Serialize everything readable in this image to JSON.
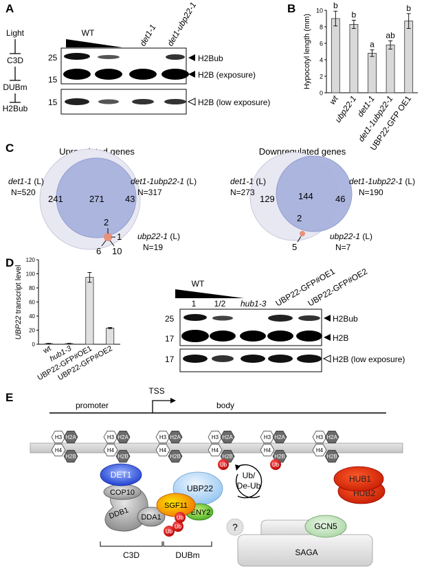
{
  "panel_a": {
    "label": "A",
    "pathway": {
      "light": "Light",
      "c3d": "C3D",
      "dubm": "DUBm",
      "h2bub": "H2Bub"
    },
    "lanes": {
      "wt": "WT",
      "det1": "det1-1",
      "det1ubp": "det1-ubp22-1"
    },
    "markers": {
      "m25": "25",
      "m15a": "15",
      "m15b": "15"
    },
    "bands": {
      "h2bub": "H2Bub",
      "h2b_exp": "H2B (exposure)",
      "h2b_low": "H2B (low exposure)"
    }
  },
  "panel_b": {
    "label": "B",
    "chart_data": {
      "type": "bar",
      "ylabel": "Hypocotyl length (mm)",
      "ylim": [
        0,
        10
      ],
      "yticks": [
        "0",
        "2",
        "4",
        "6",
        "8",
        "10"
      ],
      "categories": [
        "wt",
        "ubp22-1",
        "det1-1",
        "det1-1ubp22-1",
        "UBP22-GFP OE1"
      ],
      "values": [
        9.0,
        8.3,
        4.8,
        5.8,
        8.7
      ],
      "errors": [
        0.9,
        0.5,
        0.4,
        0.5,
        0.9
      ],
      "letters": [
        "b",
        "b",
        "a",
        "ab",
        "b"
      ],
      "bar_color": "#d9d9d9"
    }
  },
  "panel_c": {
    "label": "C",
    "up": {
      "title": "Upregulated genes",
      "a_name": "det1-1",
      "a_suffix": " (L)",
      "a_n": "N=520",
      "b_name": "det1-1ubp22-1",
      "b_suffix": " (L)",
      "b_n": "N=317",
      "c_name": "ubp22-1",
      "c_suffix": " (L)",
      "c_n": "N=19",
      "only_a": "241",
      "ab": "271",
      "only_b": "43",
      "abc": "2",
      "bc": "1",
      "ac": "6",
      "only_c": "10"
    },
    "down": {
      "title": "Downregulated genes",
      "a_name": "det1-1",
      "a_suffix": " (L)",
      "a_n": "N=273",
      "b_name": "det1-1ubp22-1",
      "b_suffix": " (L)",
      "b_n": "N=190",
      "c_name": "ubp22-1",
      "c_suffix": " (L)",
      "c_n": "N=7",
      "only_a": "129",
      "ab": "144",
      "only_b": "46",
      "abc": "2",
      "only_c": "5"
    },
    "colors": {
      "big": "#e8e8f3",
      "mid": "#a9b3dd",
      "small": "#e8907a"
    }
  },
  "panel_d": {
    "label": "D",
    "chart_data": {
      "type": "bar",
      "ylabel_gene": "UBP22",
      "ylabel_rest": " transcript level",
      "ylim": [
        0,
        120
      ],
      "yticks": [
        "0",
        "20",
        "40",
        "60",
        "80",
        "100",
        "120"
      ],
      "categories": [
        "wt",
        "hub1-3",
        "UBP22-GFP#OE1",
        "UBP22-GFP#OE2"
      ],
      "values": [
        1,
        1,
        95,
        23
      ],
      "errors": [
        0.3,
        0.3,
        7,
        0.8
      ],
      "bar_color": "#e0e0e0"
    },
    "blot": {
      "wt": "WT",
      "lane1": "1",
      "lane_half": "1/2",
      "hub": "hub1-3",
      "oe1": "UBP22-GFP#OE1",
      "oe2": "UBP22-GFP#OE2",
      "m25": "25",
      "m17a": "17",
      "m17b": "17",
      "h2bub": "H2Bub",
      "h2b": "H2B",
      "h2b_low": "H2B (low exposure)"
    }
  },
  "panel_e": {
    "label": "E",
    "promoter": "promoter",
    "tss": "TSS",
    "body": "body",
    "h3": "H3",
    "h4": "H4",
    "h2a": "H2A",
    "h2b": "H2B",
    "ub": "Ub",
    "det1": "DET1",
    "cop10": "COP10",
    "ddb1": "DDB1",
    "dda1": "DDA1",
    "ubp22": "UBP22",
    "sgf11": "SGF11",
    "eny2": "ENY2",
    "cycle_top": "Ub/",
    "cycle_bot": "De-Ub",
    "hub1": "HUB1",
    "hub2": "HUB2",
    "question": "?",
    "gcn5": "GCN5",
    "saga": "SAGA",
    "c3d": "C3D",
    "dubm": "DUBm"
  }
}
